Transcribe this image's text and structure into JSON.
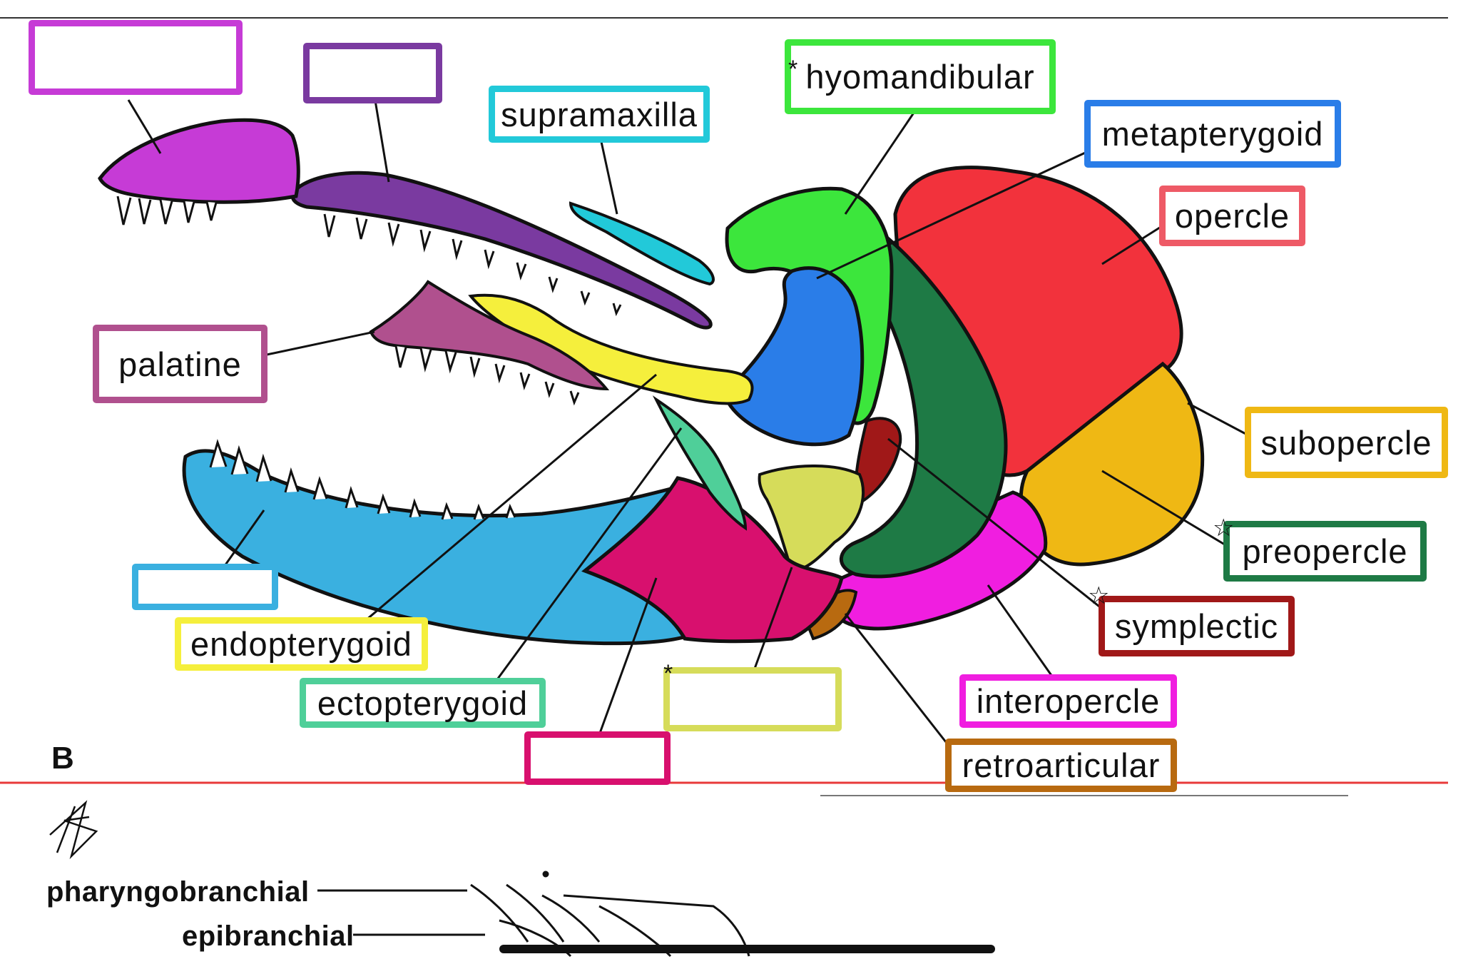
{
  "labels": {
    "supramaxilla": "supramaxilla",
    "hyomandibular": "hyomandibular",
    "metapterygoid": "metapterygoid",
    "opercle": "opercle",
    "palatine": "palatine",
    "subopercle": "subopercle",
    "preopercle": "preopercle",
    "symplectic": "symplectic",
    "endopterygoid": "endopterygoid",
    "ectopterygoid": "ectopterygoid",
    "interopercle": "interopercle",
    "retroarticular": "retroarticular",
    "blank_premaxilla": "",
    "blank_maxilla": "",
    "blank_dentary": "",
    "blank_quadrate": "",
    "blank_angular": ""
  },
  "panel_letter": "B",
  "gill_labels": {
    "pharyngobranchial": "pharyngobranchial",
    "epibranchial": "epibranchial"
  },
  "star_marks": [
    "*",
    "☆",
    "☆",
    "*"
  ],
  "colors": {
    "premaxilla": "#c63bd6",
    "maxilla": "#7a3aa0",
    "supramaxilla": "#22c9d9",
    "hyomandibular": "#3ce63c",
    "metapterygoid": "#2a7de8",
    "opercle": "#f2323c",
    "palatine": "#b0508e",
    "subopercle": "#efb814",
    "preopercle": "#1e7a45",
    "symplectic": "#a01818",
    "endopterygoid": "#f5ef3c",
    "ectopterygoid": "#4fcf99",
    "interopercle": "#f01ee0",
    "retroarticular": "#b86a10",
    "dentary": "#3ab0e0",
    "quadrate": "#d6dc5a",
    "angular": "#d8106e",
    "separator": "#e83a3a"
  }
}
